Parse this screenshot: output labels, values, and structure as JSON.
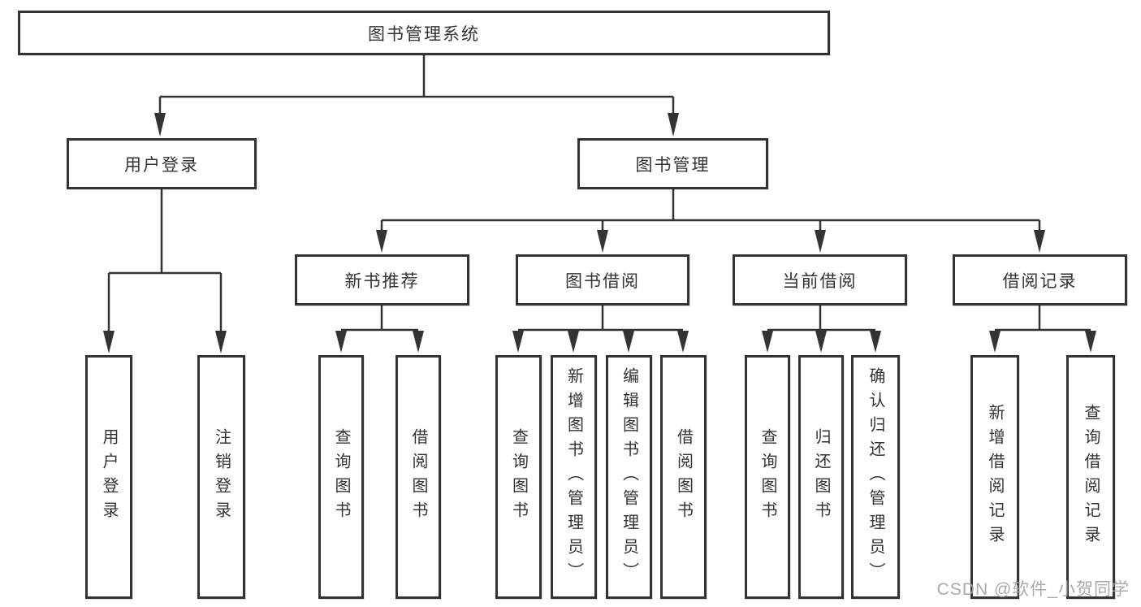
{
  "diagram": {
    "title": "图书管理系统",
    "watermark": "CSDN @软件_小贺同学",
    "colors": {
      "background": "#ffffff",
      "line": "#333333",
      "box_border": "#333333",
      "text": "#333333",
      "watermark": "#a6a6a6"
    },
    "nodes": {
      "root": {
        "label": "图书管理系统"
      },
      "level2": [
        {
          "label": "用户登录"
        },
        {
          "label": "图书管理"
        }
      ],
      "level3": [
        {
          "label": "新书推荐",
          "parent": "图书管理"
        },
        {
          "label": "图书借阅",
          "parent": "图书管理"
        },
        {
          "label": "当前借阅",
          "parent": "图书管理"
        },
        {
          "label": "借阅记录",
          "parent": "图书管理"
        }
      ],
      "leaves": [
        {
          "label": "用户登录",
          "parent": "用户登录"
        },
        {
          "label": "注销登录",
          "parent": "用户登录"
        },
        {
          "label": "查询图书",
          "parent": "新书推荐"
        },
        {
          "label": "借阅图书",
          "parent": "新书推荐"
        },
        {
          "label": "查询图书",
          "parent": "图书借阅"
        },
        {
          "label": "新增图书（管理员）",
          "parent": "图书借阅"
        },
        {
          "label": "编辑图书（管理员）",
          "parent": "图书借阅"
        },
        {
          "label": "借阅图书",
          "parent": "图书借阅"
        },
        {
          "label": "查询图书",
          "parent": "当前借阅"
        },
        {
          "label": "归还图书",
          "parent": "当前借阅"
        },
        {
          "label": "确认归还（管理员）",
          "parent": "当前借阅"
        },
        {
          "label": "新增借阅记录",
          "parent": "借阅记录"
        },
        {
          "label": "查询借阅记录",
          "parent": "借阅记录"
        }
      ]
    }
  }
}
